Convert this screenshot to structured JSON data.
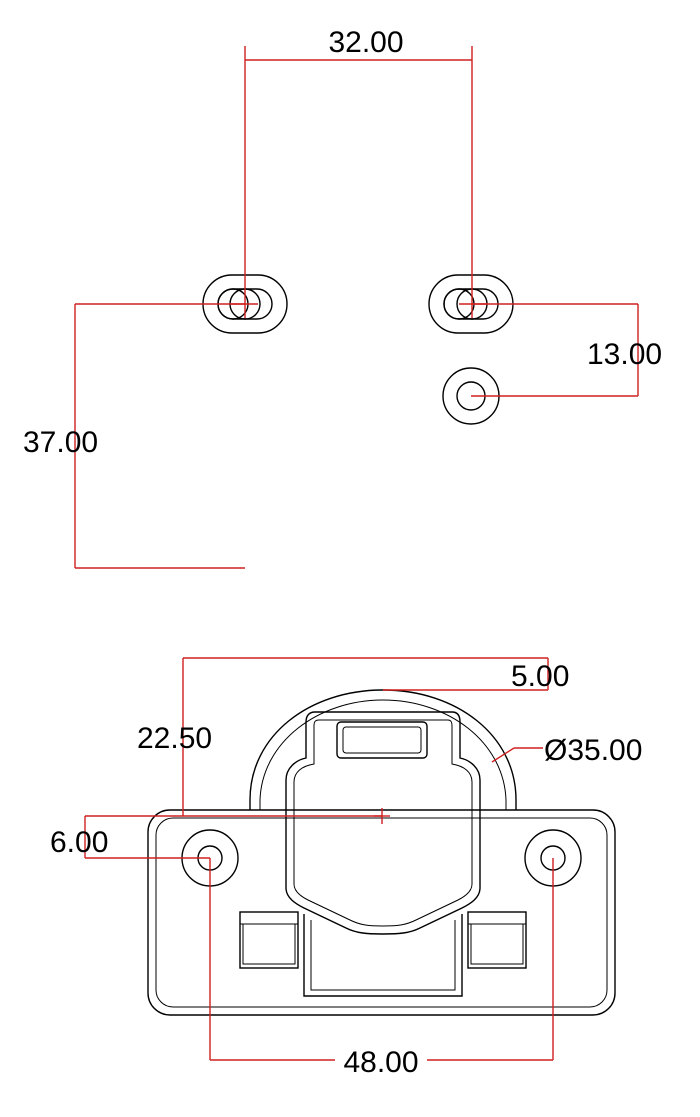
{
  "dimensions": {
    "top_slot_spacing": "32.00",
    "left_vertical": "37.00",
    "right_vertical": "13.00",
    "top_offset": "5.00",
    "diameter": "Ø35.00",
    "height_offset": "22.50",
    "hole_offset": "6.00",
    "hole_spacing": "48.00"
  },
  "colors": {
    "dimension_line": "#d02020",
    "part_line": "#000000",
    "background": "#ffffff"
  }
}
